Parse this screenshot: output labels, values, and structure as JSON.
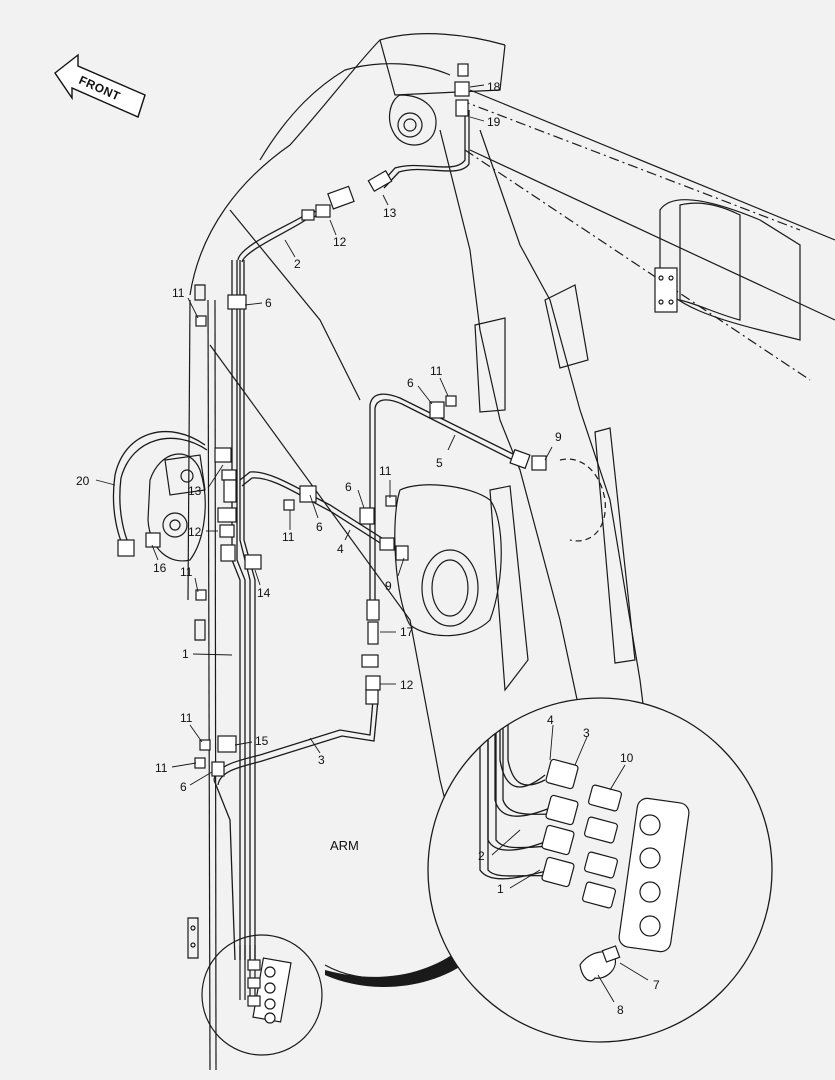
{
  "front_label": "FRONT",
  "arm_label": "ARM",
  "callouts": {
    "c1": "1",
    "c2": "2",
    "c3": "3",
    "c4": "4",
    "c5": "5",
    "c6a": "6",
    "c6b": "6",
    "c6c": "6",
    "c6d": "6",
    "c6e": "6",
    "c9a": "9",
    "c9b": "9",
    "c11a": "11",
    "c11b": "11",
    "c11c": "11",
    "c11d": "11",
    "c11e": "11",
    "c11f": "11",
    "c12a": "12",
    "c12b": "12",
    "c12c": "12",
    "c13a": "13",
    "c13b": "13",
    "c14": "14",
    "c15": "15",
    "c16": "16",
    "c17": "17",
    "c18": "18",
    "c19": "19",
    "c20": "20"
  },
  "detail_callouts": {
    "d1": "1",
    "d2": "2",
    "d3": "3",
    "d4": "4",
    "d7": "7",
    "d8": "8",
    "d10": "10"
  },
  "colors": {
    "line": "#1a1a1a",
    "background": "#f2f2f2",
    "hatch": "#1a1a1a"
  }
}
